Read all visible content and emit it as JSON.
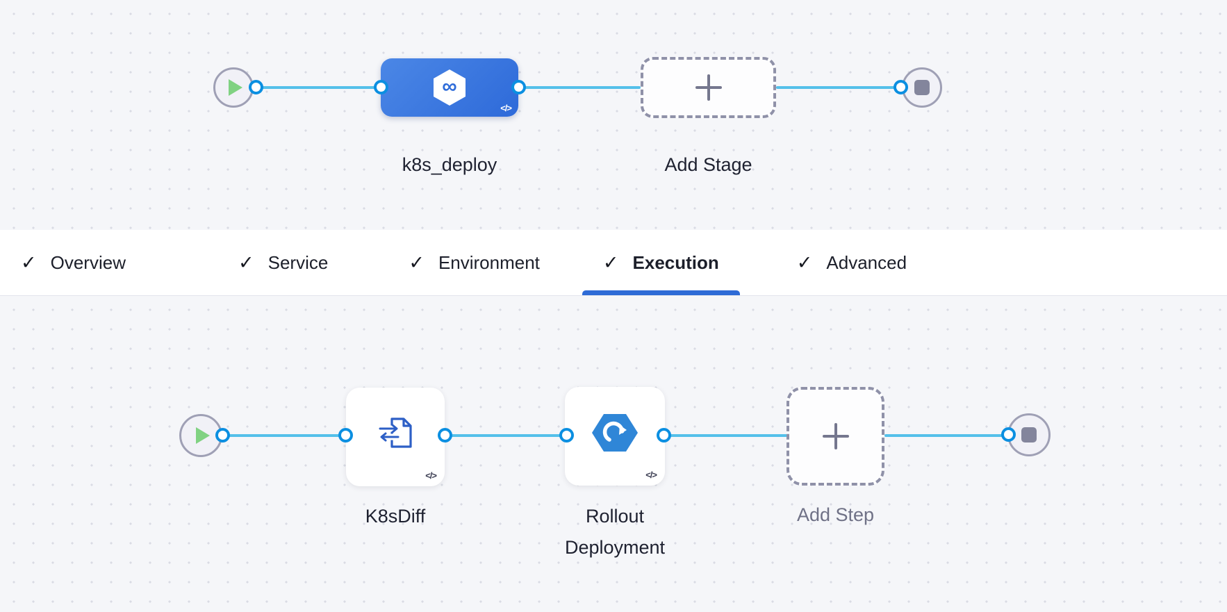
{
  "pipeline_stage_graph": {
    "start": {
      "icon": "play-icon"
    },
    "stage": {
      "name": "k8s_deploy",
      "icon": "pipeline-infinity-icon"
    },
    "add_stage": {
      "label": "Add Stage"
    },
    "end": {
      "icon": "stop-icon"
    }
  },
  "stage_tabs": {
    "items": [
      {
        "label": "Overview",
        "checked": true,
        "active": false
      },
      {
        "label": "Service",
        "checked": true,
        "active": false
      },
      {
        "label": "Environment",
        "checked": true,
        "active": false
      },
      {
        "label": "Execution",
        "checked": true,
        "active": true
      },
      {
        "label": "Advanced",
        "checked": true,
        "active": false
      }
    ]
  },
  "execution_step_graph": {
    "start": {
      "icon": "play-icon"
    },
    "steps": [
      {
        "name": "K8sDiff",
        "icon": "k8s-diff-icon"
      },
      {
        "name": "Rollout Deployment",
        "icon": "rollout-deployment-icon"
      }
    ],
    "add_step": {
      "label": "Add Step"
    },
    "end": {
      "icon": "stop-icon"
    }
  },
  "glyphs": {
    "check": "✓",
    "code": "</>",
    "infinity": "∞"
  },
  "colors": {
    "edge_blue": "#54c0ea",
    "port_blue": "#0b8fe1",
    "stage_blue": "#3a78e0",
    "tab_underline_blue": "#2e6bd6",
    "icon_blue": "#2d5fc6",
    "rollout_blue": "#2f86d7",
    "play_green": "#80d282",
    "canvas_bg": "#f5f6f9"
  }
}
